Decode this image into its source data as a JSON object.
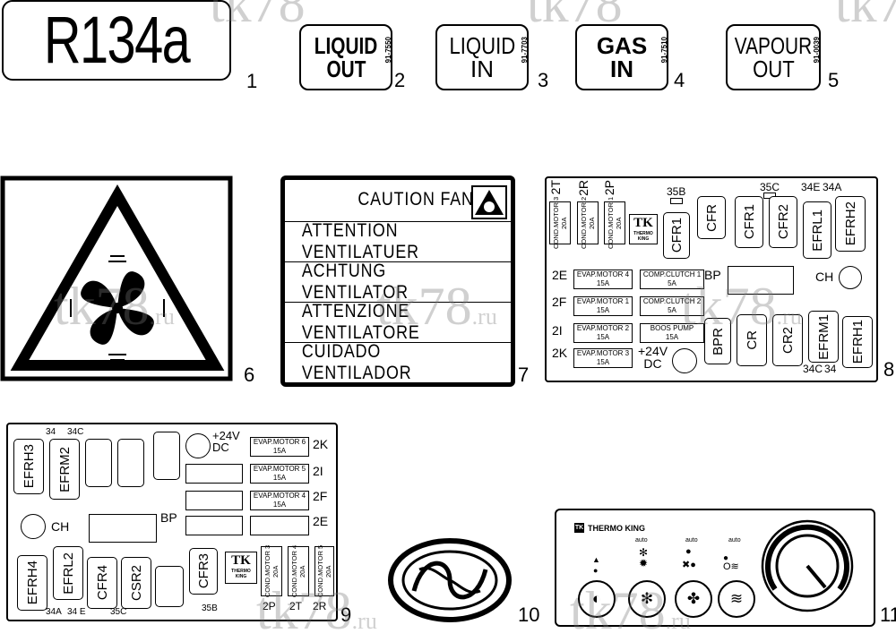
{
  "decals": {
    "r134a": "R134a",
    "liquid_out": [
      "LIQUID",
      "OUT"
    ],
    "liquid_out_pn": "91-7550",
    "liquid_in": [
      "LIQUID",
      "IN"
    ],
    "liquid_in_pn": "91-7703",
    "gas_in": [
      "GAS",
      "IN"
    ],
    "gas_in_pn": "91-7510",
    "vapour_out": [
      "VAPOUR",
      "OUT"
    ],
    "vapour_out_pn": "91-0039"
  },
  "callouts": [
    "1",
    "2",
    "3",
    "4",
    "5",
    "6",
    "7",
    "8",
    "9",
    "10",
    "11"
  ],
  "caution_fan": [
    "CAUTION FAN",
    "ATTENTION VENTILATUER",
    "ACHTUNG VENTILATOR",
    "ATTENZIONE VENTILATORE",
    "CUIDADO VENTILADOR"
  ],
  "watermark": {
    "main": "tk78",
    "suffix": ".ru"
  },
  "panel8": {
    "top_labels": [
      "2T",
      "2R",
      "2P",
      "35B",
      "35C",
      "34E",
      "34A"
    ],
    "cond_fuses": [
      "COND.MOTOR 3\n20A",
      "COND.MOTOR 2\n20A",
      "COND.MOTOR 1\n20A"
    ],
    "left_codes": [
      "2E",
      "2F",
      "2I",
      "2K"
    ],
    "evap_fuses": [
      [
        "EVAP.MOTOR 4",
        "15A"
      ],
      [
        "EVAP.MOTOR 1",
        "15A"
      ],
      [
        "EVAP.MOTOR 2",
        "15A"
      ],
      [
        "EVAP.MOTOR 3",
        "15A"
      ]
    ],
    "mid_fuses": [
      [
        "COMP.CLUTCH 1",
        "5A"
      ],
      [
        "COMP.CLUTCH 2",
        "5A"
      ],
      [
        "BOOS PUMP",
        "15A"
      ]
    ],
    "relays": [
      "CFR1",
      "CFR",
      "CFR1",
      "CFR2",
      "EFRL1",
      "EFRH2",
      "BPR",
      "CR",
      "CR2",
      "EFRM1",
      "EFRH1"
    ],
    "bp": "BP",
    "ch": "CH",
    "dc": [
      "+24V",
      "DC"
    ],
    "bottom_labels": [
      "34C",
      "34"
    ],
    "logo_text": "THERMO KING"
  },
  "panel9": {
    "top_labels": [
      "34",
      "34C"
    ],
    "relays": [
      "EFRH3",
      "EFRM2",
      "EFRL2",
      "CFR4",
      "CSR2",
      "CFR3",
      "EFRH4"
    ],
    "dc": [
      "+24V",
      "DC"
    ],
    "evap_fuses": [
      [
        "EVAP.MOTOR 6",
        "15A"
      ],
      [
        "EVAP.MOTOR 5",
        "15A"
      ],
      [
        "EVAP.MOTOR 4",
        "15A"
      ]
    ],
    "right_codes": [
      "2K",
      "2I",
      "2F",
      "2E"
    ],
    "ch": "CH",
    "bp": "BP",
    "cond_fuses": [
      "COND.MOTOR 3\n20A",
      "COND.MOTOR 4\n20A",
      "COND.MOTOR 5\n20A"
    ],
    "bottom_labels": [
      "34A",
      "34 E",
      "35C",
      "35B",
      "2P",
      "2T",
      "2R"
    ],
    "logo_text": "THERMO KING"
  },
  "control_panel": {
    "brand": "THERMO KING",
    "auto_labels": [
      "auto",
      "auto",
      "auto"
    ]
  },
  "icons": [
    "fan-warning-icon",
    "thermo-king-logo-icon",
    "oval-emblem-icon",
    "dial-icon"
  ]
}
